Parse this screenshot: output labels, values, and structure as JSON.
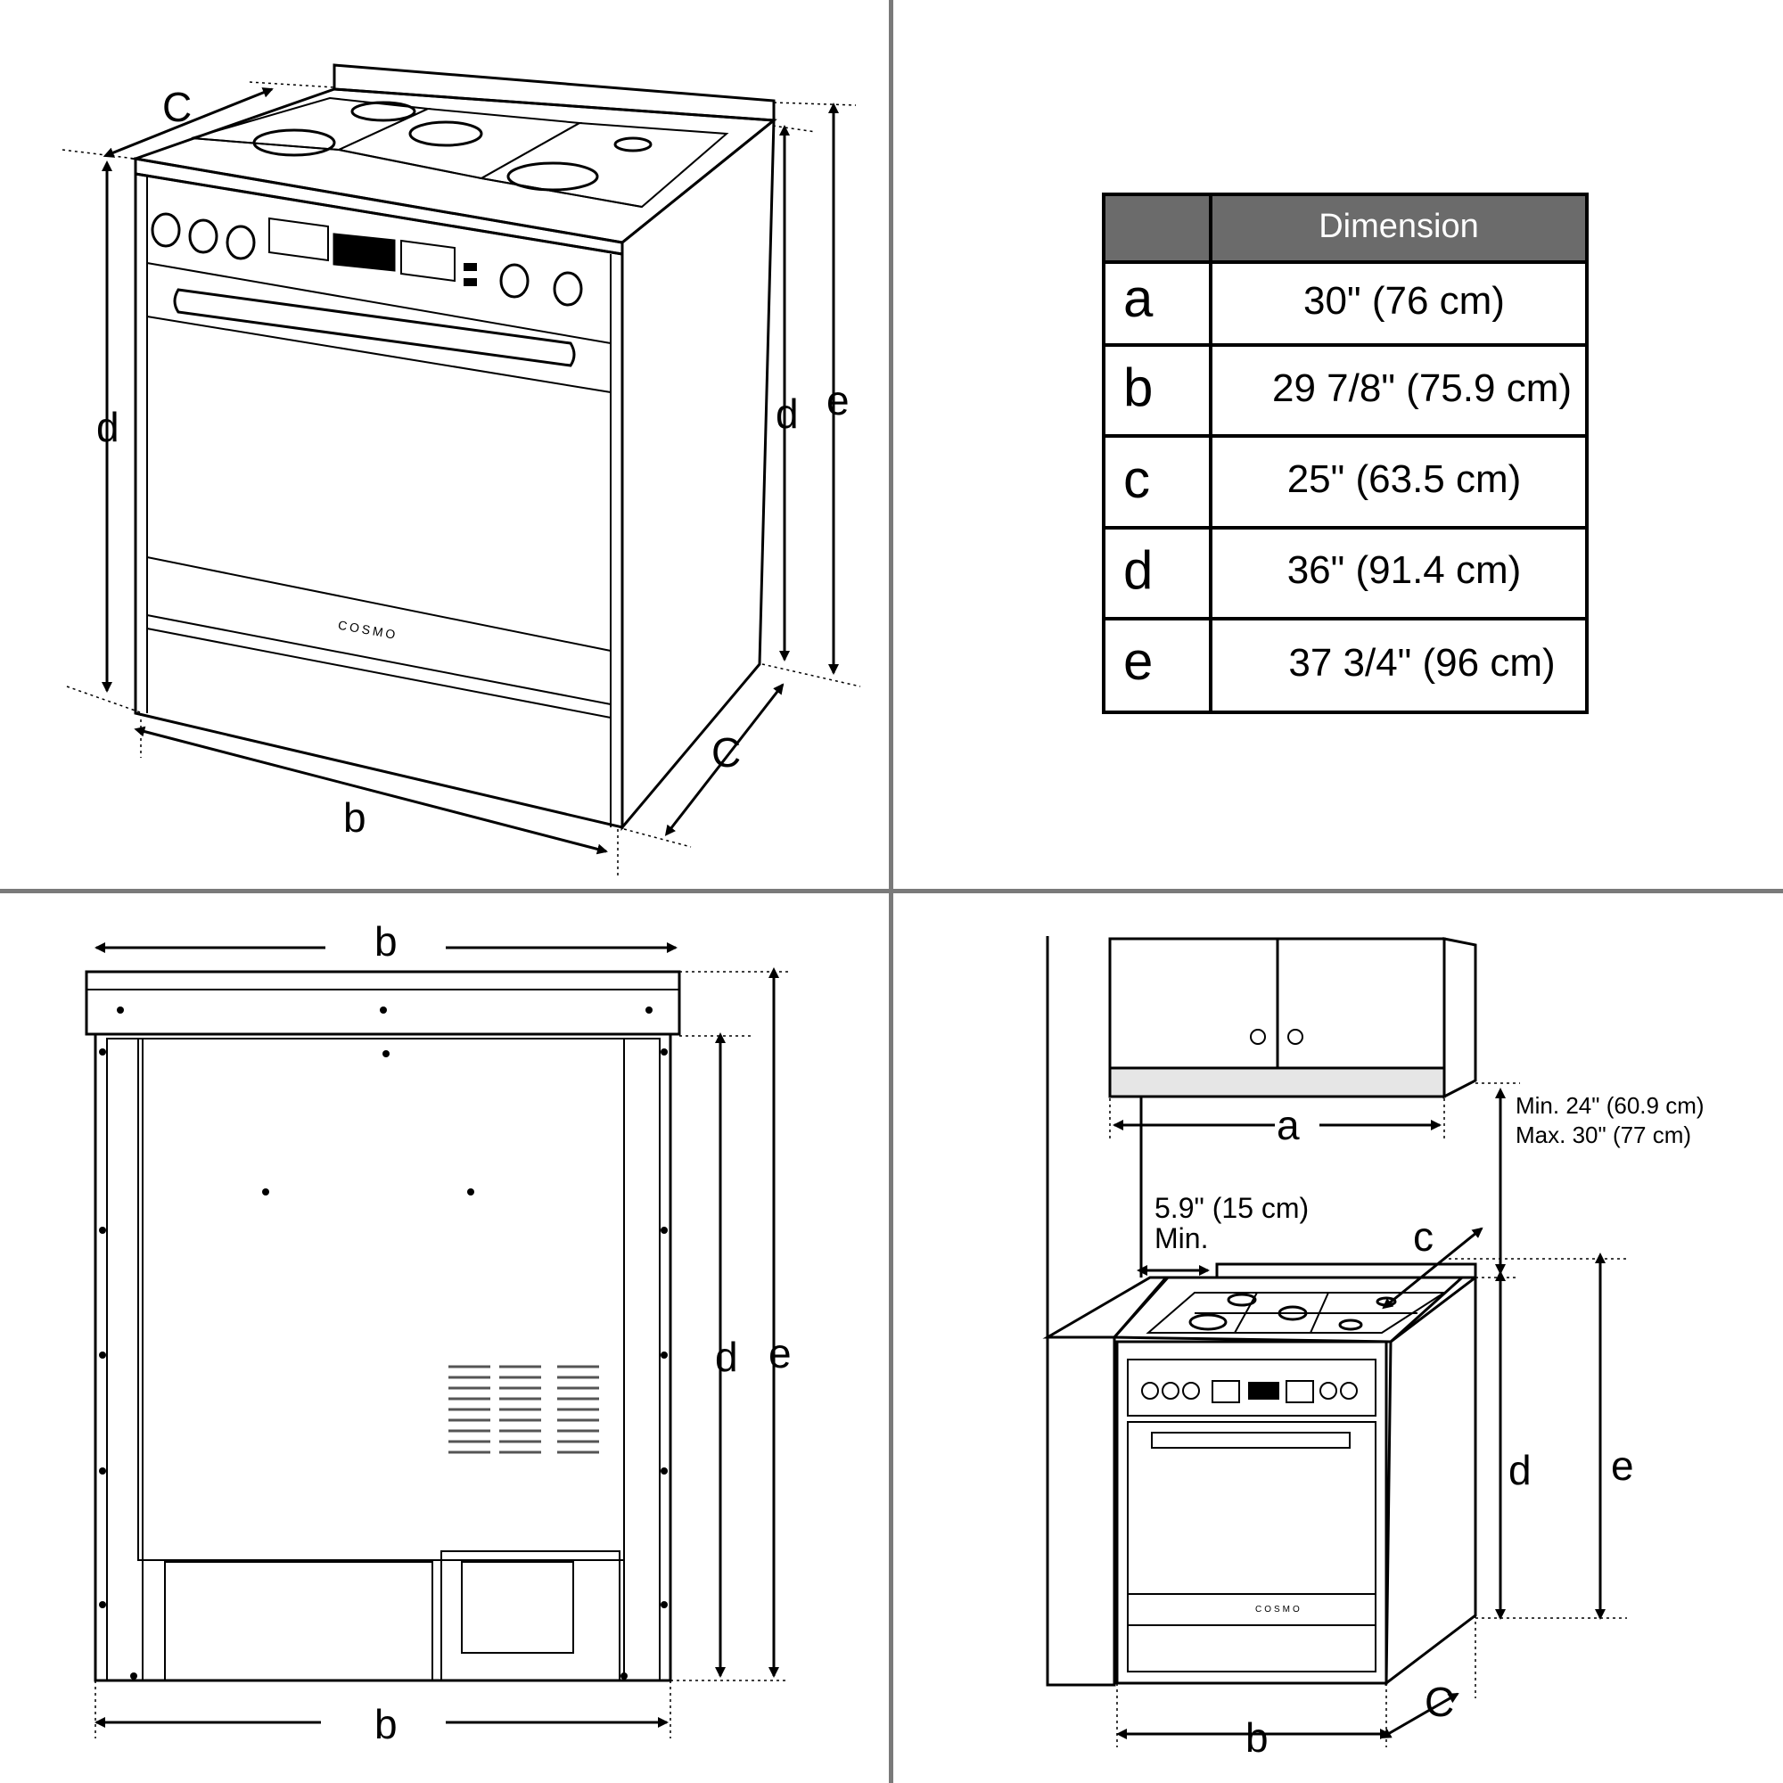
{
  "table": {
    "header": "Dimension",
    "rows": [
      {
        "key": "a",
        "value": "30\" (76 cm)"
      },
      {
        "key": "b",
        "value": "29 7/8\" (75.9 cm)"
      },
      {
        "key": "c",
        "value": "25\" (63.5 cm)"
      },
      {
        "key": "d",
        "value": "36\" (91.4 cm)"
      },
      {
        "key": "e",
        "value": "37 3/4\" (96 cm)"
      }
    ],
    "header_color": "#6b6b6b"
  },
  "labels": {
    "a": "a",
    "b": "b",
    "c": "c",
    "C": "C",
    "d": "d",
    "e": "e"
  },
  "notes": {
    "hood_min": "Min. 24\" (60.9 cm)",
    "hood_max": "Max. 30\" (77 cm)",
    "side_clearance": "5.9\" (15 cm)",
    "side_clearance_min": "Min."
  },
  "brand": "COSMO",
  "colors": {
    "divider": "#7a7a7a",
    "hood_strip": "#e6e6e6",
    "vent_grey": "#555555"
  }
}
